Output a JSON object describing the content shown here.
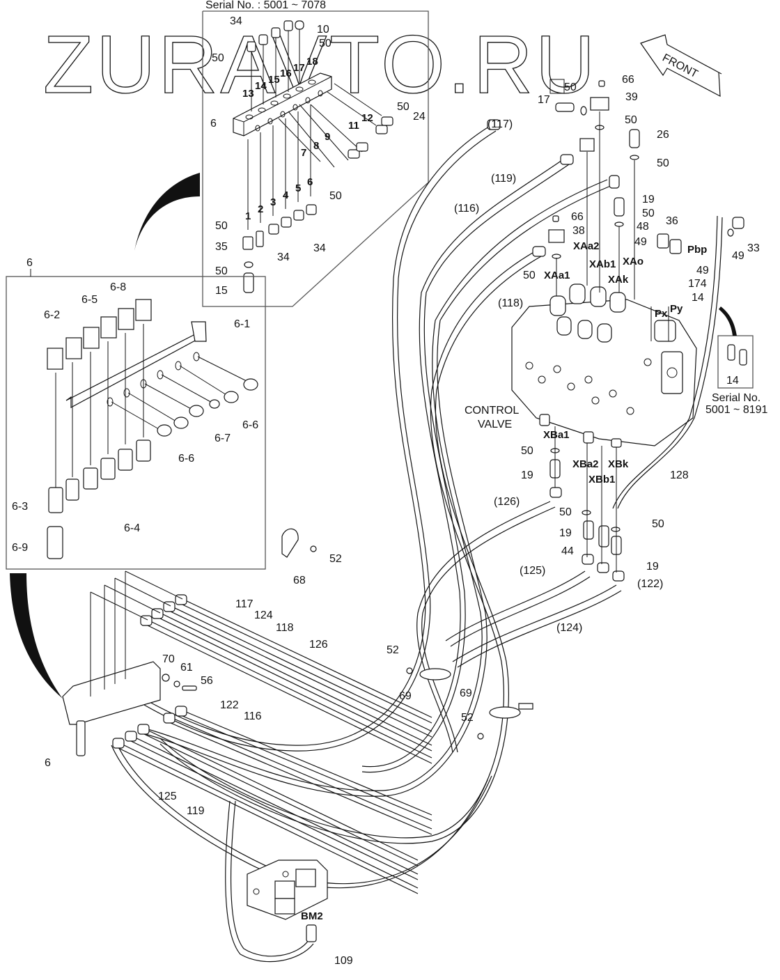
{
  "watermark": "ZURAVTO.RU",
  "front_label": "FRONT",
  "inset_top": {
    "serial": "Serial No. : 5001 ~ 7078",
    "labels": [
      "34",
      "10",
      "50",
      "50",
      "17",
      "18",
      "16",
      "15",
      "14",
      "13",
      "6",
      "12",
      "50",
      "24",
      "11",
      "9",
      "8",
      "7",
      "6",
      "5",
      "4",
      "3",
      "2",
      "1",
      "50",
      "50",
      "35",
      "34",
      "34",
      "50",
      "15"
    ]
  },
  "inset_manifold": {
    "title": "6",
    "labels": [
      "6-8",
      "6-5",
      "6-2",
      "6-1",
      "6-6",
      "6-7",
      "6-6",
      "6-3",
      "6-4",
      "6-9"
    ]
  },
  "inset_fittings": {
    "part": "14",
    "serial_line1": "Serial No.",
    "serial_line2": "5001 ~ 8191"
  },
  "control_valve": {
    "label_line1": "CONTROL",
    "label_line2": "VALVE",
    "ports": [
      "XAa2",
      "XAb1",
      "XAo",
      "XAk",
      "XAa1",
      "Pbp",
      "Px",
      "Py",
      "XBa1",
      "XBa2",
      "XBk",
      "XBb1",
      "BM2"
    ]
  },
  "callouts": {
    "c50a": "50",
    "c17": "17",
    "c66a": "66",
    "c39": "39",
    "c50b": "50",
    "c26": "26",
    "c50c": "50",
    "h117p": "(117)",
    "h119p": "(119)",
    "h116p": "(116)",
    "h118p": "(118)",
    "c19a": "19",
    "c50d": "50",
    "c66b": "66",
    "c38": "38",
    "c50e": "50",
    "c48": "48",
    "c36": "36",
    "c49a": "49",
    "c49b": "49",
    "c49c": "49",
    "c33": "33",
    "c174": "174",
    "c14": "14",
    "c50f": "50",
    "c19b": "19",
    "h126p": "(126)",
    "c50g": "50",
    "c19c": "19",
    "c44": "44",
    "c50h": "50",
    "c19d": "19",
    "h122p": "(122)",
    "h125p": "(125)",
    "h124p": "(124)",
    "h128": "128",
    "c68": "68",
    "c52a": "52",
    "h117": "117",
    "h124": "124",
    "h118": "118",
    "h126": "126",
    "c70": "70",
    "c61": "61",
    "c56": "56",
    "h122": "122",
    "h116": "116",
    "c6": "6",
    "h125": "125",
    "h119": "119",
    "c52b": "52",
    "c69a": "69",
    "c69b": "69",
    "c52c": "52",
    "h109": "109"
  }
}
